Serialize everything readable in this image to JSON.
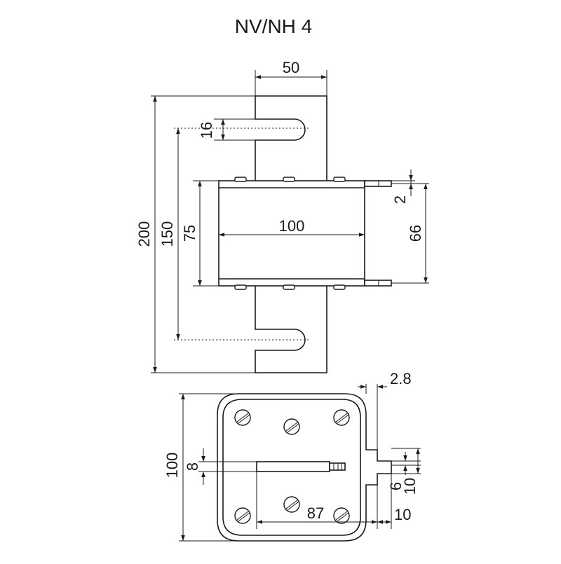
{
  "title": "NV/NH 4",
  "dimensions": {
    "top_width": "50",
    "slot_width": "16",
    "overall_height": "200",
    "slot_pitch": "150",
    "body_height": "75",
    "body_width": "100",
    "tab_offset": "2",
    "side_height": "66",
    "tag_thickness": "2.8",
    "bottom_height": "100",
    "bar_thickness": "8",
    "bar_length": "87",
    "tag_slot": "6",
    "tag_width": "10",
    "tag_length": "10"
  },
  "colors": {
    "line": "#1a1a1a",
    "background": "#ffffff"
  }
}
